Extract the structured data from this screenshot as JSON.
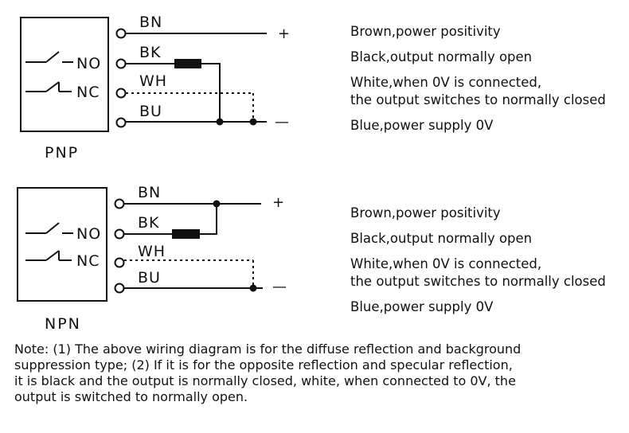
{
  "pnp": {
    "type_label": "PNP",
    "wires": {
      "bn": "BN",
      "bk": "BK",
      "wh": "WH",
      "bu": "BU"
    },
    "switches": {
      "no": "NO",
      "nc": "NC"
    },
    "polarity": {
      "plus": "+",
      "minus": "—"
    },
    "descriptions": {
      "brown": "Brown,power positivity",
      "black": "Black,output normally open",
      "white_line1": "White,when 0V is connected,",
      "white_line2": "the output switches to normally closed",
      "blue": "Blue,power supply 0V"
    }
  },
  "npn": {
    "type_label": "NPN",
    "wires": {
      "bn": "BN",
      "bk": "BK",
      "wh": "WH",
      "bu": "BU"
    },
    "switches": {
      "no": "NO",
      "nc": "NC"
    },
    "polarity": {
      "plus": "+",
      "minus": "—"
    },
    "descriptions": {
      "brown": "Brown,power positivity",
      "black": "Black,output normally open",
      "white_line1": "White,when 0V is connected,",
      "white_line2": "the output switches to normally closed",
      "blue": "Blue,power supply 0V"
    }
  },
  "note": {
    "line1": "Note: (1) The above wiring diagram is for the diffuse reflection and background",
    "line2": "suppression type;  (2)  If it is for the opposite reflection and specular reflection,",
    "line3": "it is black and the output is normally closed, white, when connected to 0V, the",
    "line4": "output is switched to normally open."
  }
}
